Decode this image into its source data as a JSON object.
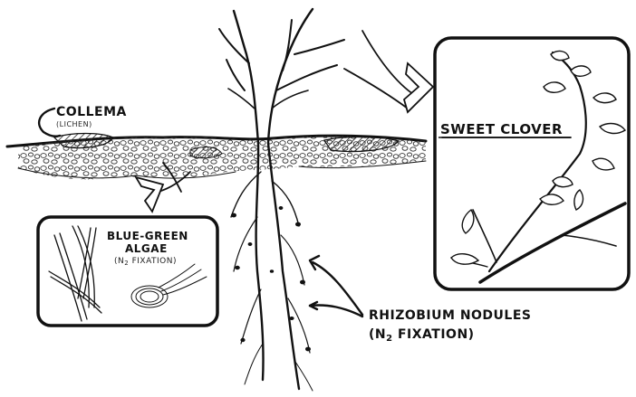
{
  "labels": {
    "collema": "COLLEMA",
    "collema_sub": "(LICHEN)",
    "sweet_clover": "SWEET CLOVER",
    "blue_green_1": "BLUE-GREEN",
    "blue_green_2": "ALGAE",
    "blue_green_sub_a": "(N",
    "blue_green_sub_sub": "2",
    "blue_green_sub_b": " FIXATION)",
    "rhizobium_1": "RHIZOBIUM NODULES",
    "rhizobium_2a": "(N",
    "rhizobium_2sub": "2",
    "rhizobium_2b": " FIXATION)"
  },
  "colors": {
    "ink": "#111111",
    "paper": "#ffffff"
  }
}
